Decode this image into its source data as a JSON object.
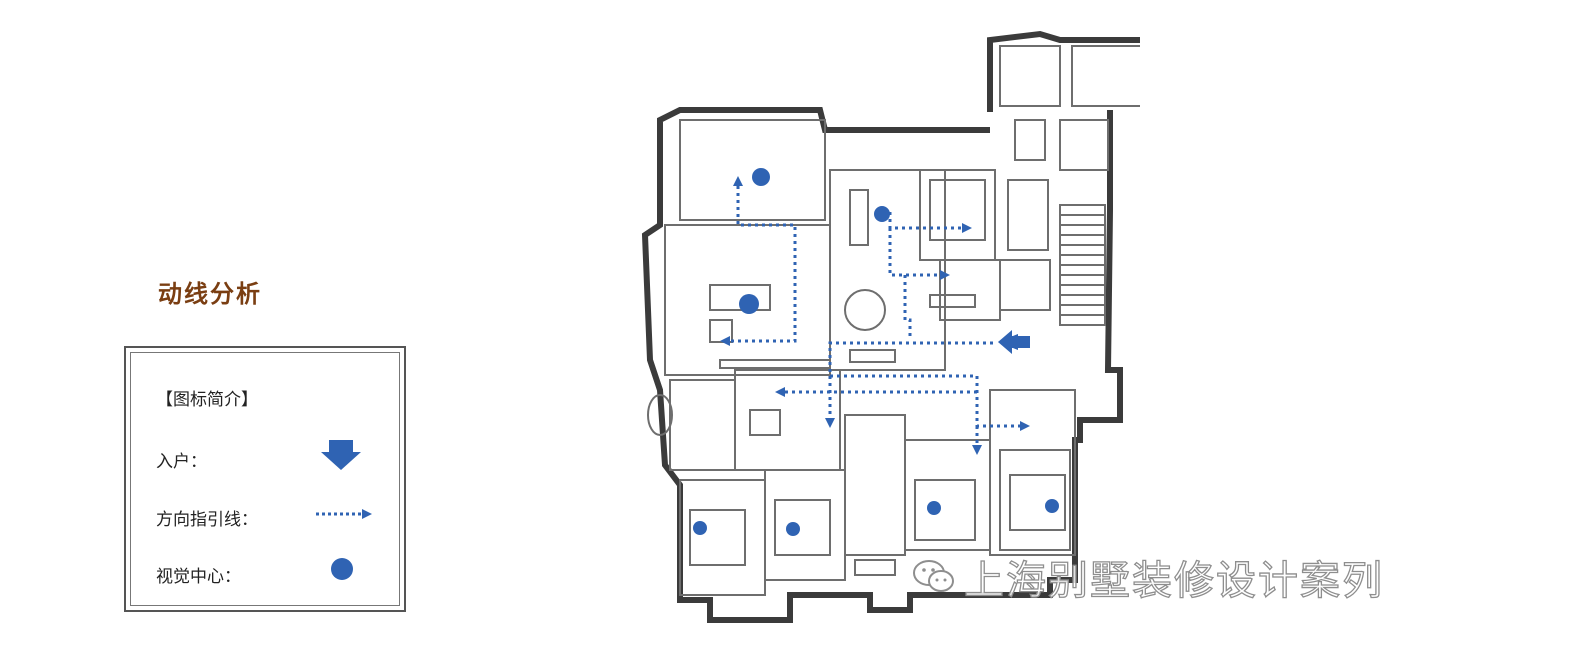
{
  "title": "动线分析",
  "legend": {
    "heading": "【图标简介】",
    "items": [
      {
        "label": "入户：",
        "icon": "down-arrow-icon"
      },
      {
        "label": "方向指引线：",
        "icon": "dotted-arrow-line-icon"
      },
      {
        "label": "视觉中心：",
        "icon": "blue-dot-icon"
      }
    ]
  },
  "watermark": {
    "text": "上海别墅装修设计案列",
    "icon": "wechat-icon"
  },
  "colors": {
    "accent_blue": "#2f63b3",
    "title_brown": "#7a3e12",
    "wall": "#3b3b3b",
    "floor_line": "#9a9a9a"
  }
}
